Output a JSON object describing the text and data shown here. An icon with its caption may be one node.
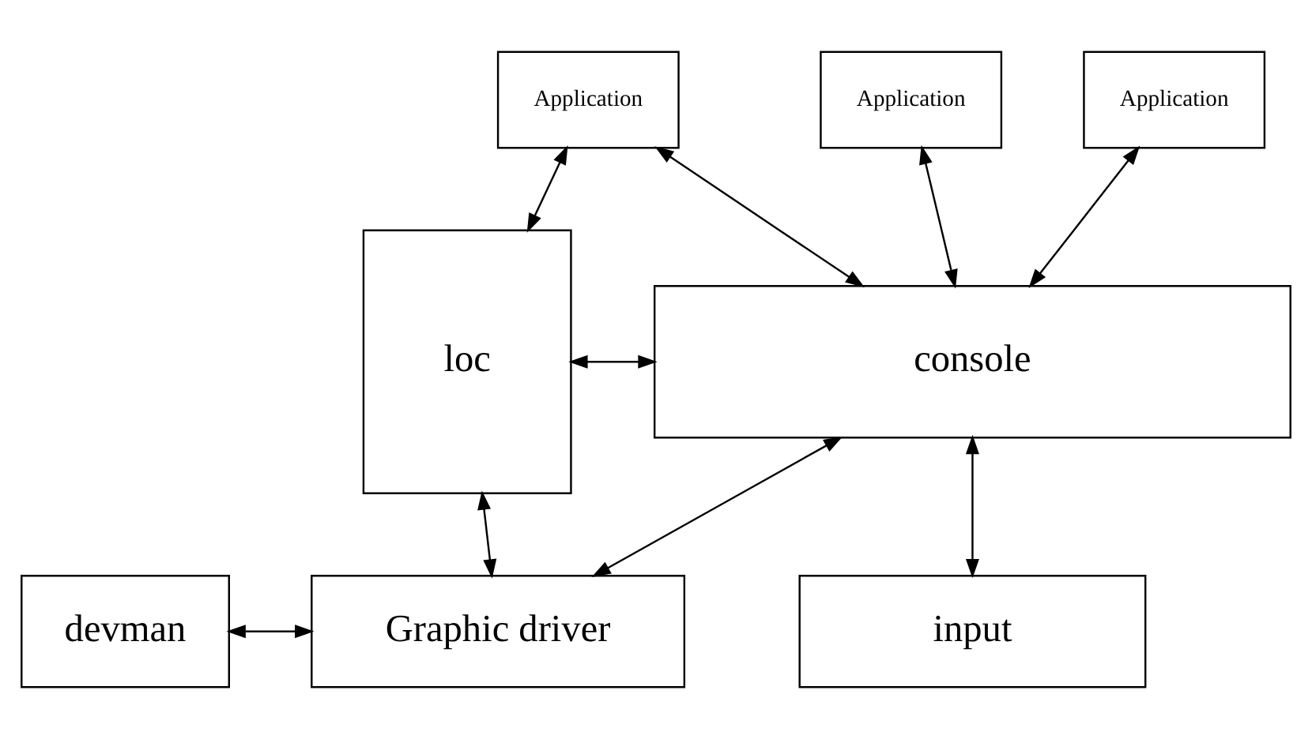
{
  "diagram": {
    "nodes": [
      {
        "text": [
          "Application"
        ]
      },
      {
        "text": [
          "Application"
        ]
      },
      {
        "text": [
          "Application"
        ]
      },
      {
        "text": [
          "loc"
        ]
      },
      {
        "text": [
          "console"
        ]
      },
      {
        "text": [
          "devman"
        ]
      },
      {
        "text": [
          "Graphic driver"
        ]
      },
      {
        "text": [
          "input"
        ]
      }
    ],
    "edges": [
      {
        "from": 3,
        "to": 0,
        "arrow": "both"
      },
      {
        "from": 0,
        "to": 4,
        "arrow": "both"
      },
      {
        "from": 1,
        "to": 4,
        "arrow": "both"
      },
      {
        "from": 2,
        "to": 4,
        "arrow": "both"
      },
      {
        "from": 3,
        "to": 4,
        "arrow": "both"
      },
      {
        "from": 4,
        "to": 6,
        "arrow": "both"
      },
      {
        "from": 4,
        "to": 7,
        "arrow": "both"
      },
      {
        "from": 3,
        "to": 6,
        "arrow": "both"
      },
      {
        "from": 5,
        "to": 6,
        "arrow": "both"
      }
    ]
  }
}
